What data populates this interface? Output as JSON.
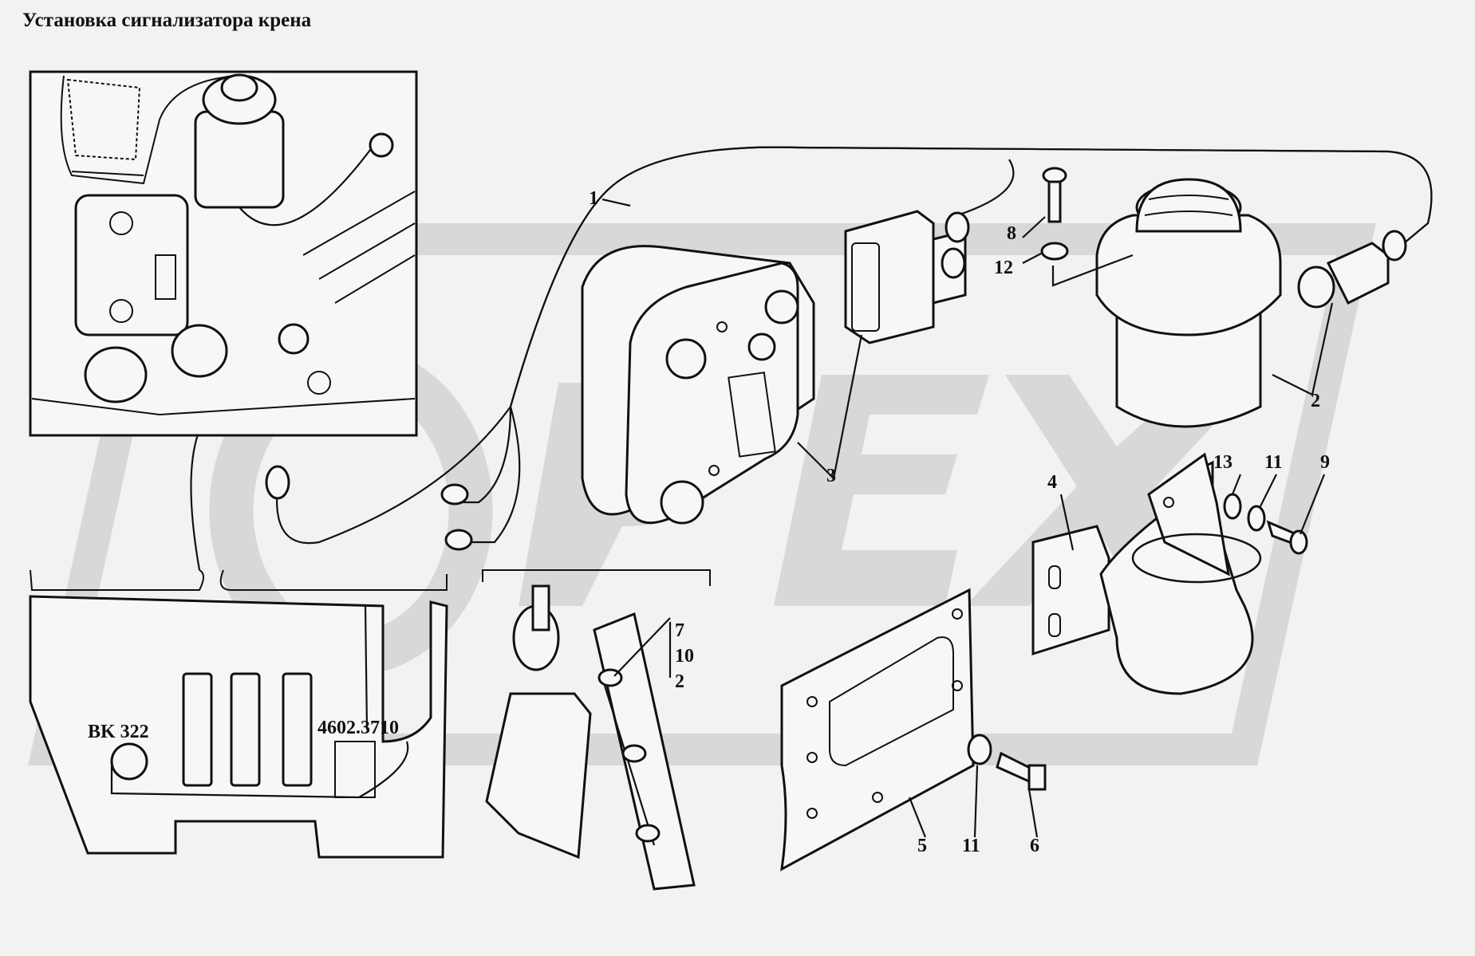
{
  "title": "Установка сигнализатора крена",
  "watermark": "OPEX",
  "callouts": {
    "c1": "1",
    "c2a": "2",
    "c3": "3",
    "c4": "4",
    "c5": "5",
    "c6": "6",
    "c8": "8",
    "c9": "9",
    "c11a": "11",
    "c11b": "11",
    "c12": "12",
    "c13": "13",
    "c7": "7",
    "c10": "10",
    "c2b": "2"
  },
  "labels": {
    "bk": "BK 322",
    "code": "4602.3710"
  },
  "colors": {
    "line": "#111111",
    "background": "#f2f2f0",
    "watermark": "#d6d6d4"
  }
}
